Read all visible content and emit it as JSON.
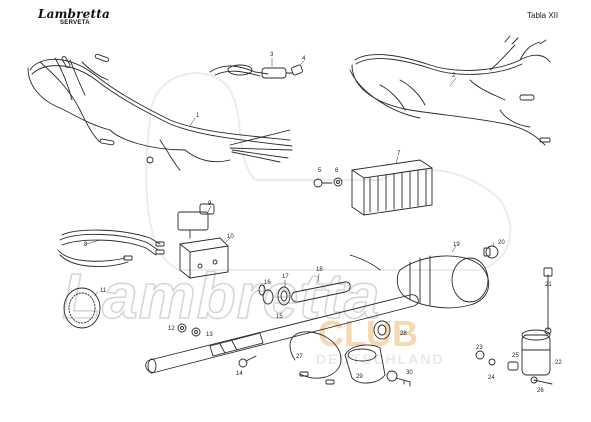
{
  "header": {
    "brand": "Lambretta",
    "brand_sub": "SERVETA",
    "plate": "Tabla XII"
  },
  "watermark": {
    "brand": "Lambretta",
    "club": "CLUB",
    "country": "DEUTSCHLAND"
  },
  "callouts": [
    "1",
    "2",
    "3",
    "4",
    "5",
    "6",
    "7",
    "8",
    "9",
    "10",
    "11",
    "12",
    "13",
    "14",
    "15",
    "16",
    "17",
    "18",
    "19",
    "20",
    "21",
    "22",
    "23",
    "24",
    "25",
    "26",
    "27",
    "28",
    "29",
    "30"
  ],
  "colors": {
    "ink": "#2a2a2a",
    "watermark_grey": "#d6d6d6",
    "watermark_orange": "#f5d9b3"
  }
}
